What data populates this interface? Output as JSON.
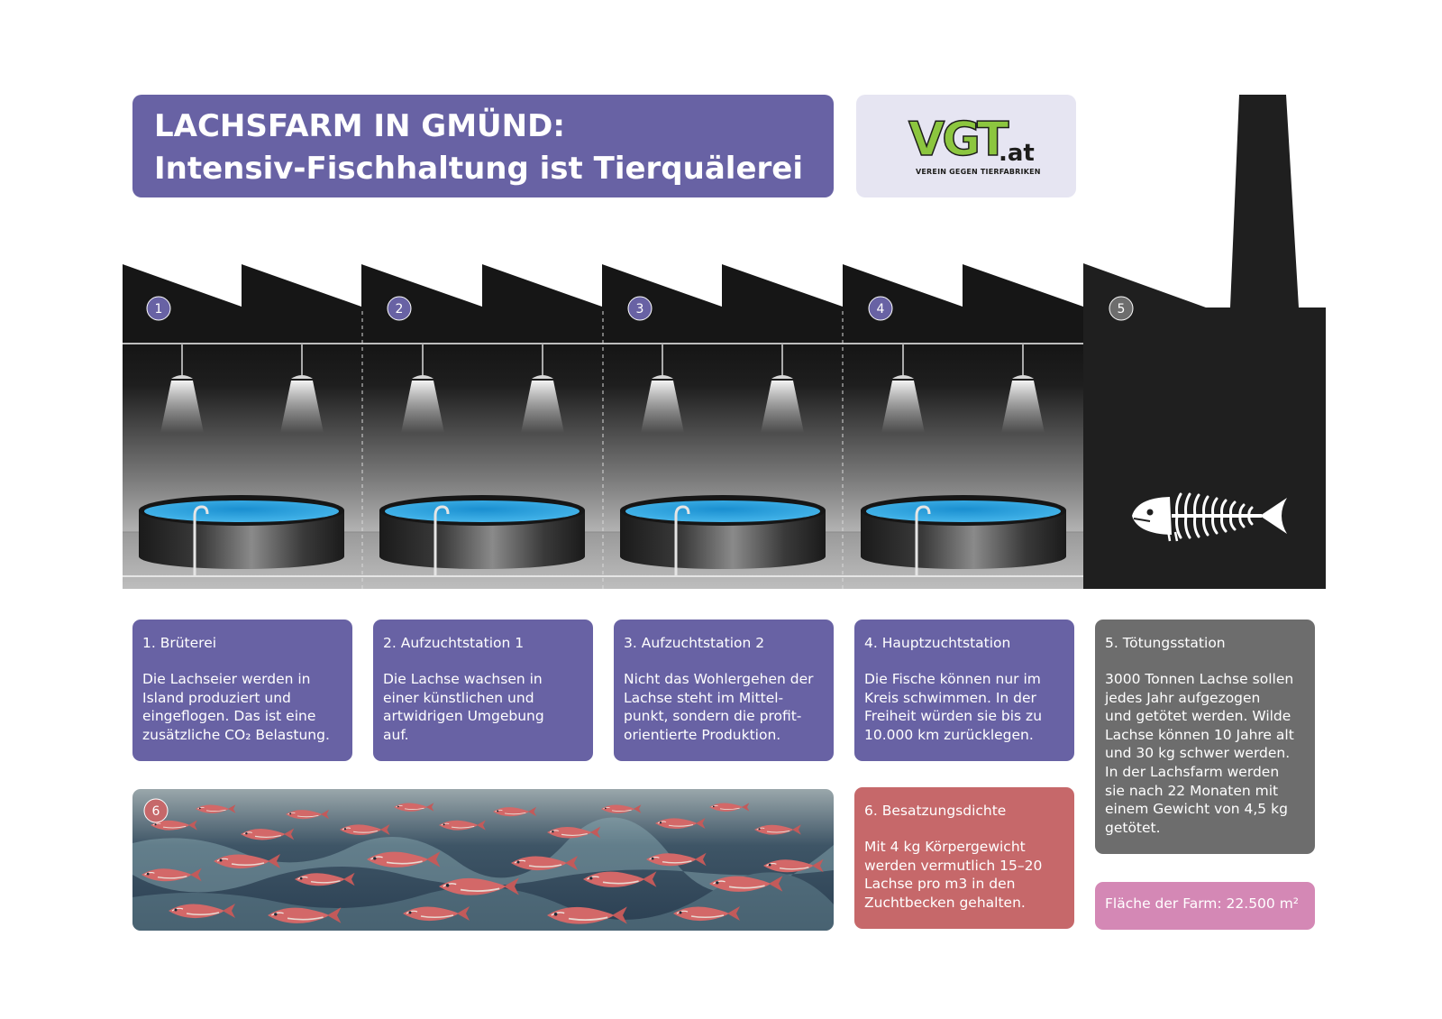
{
  "header": {
    "title_line1": "LACHSFARM IN GMÜND:",
    "title_line2": "Intensiv-Fischhaltung ist Tierquälerei"
  },
  "logo": {
    "main": "VGT",
    "tld": ".at",
    "subtitle": "VEREIN GEGEN TIERFABRIKEN"
  },
  "stations": [
    {
      "number": "1",
      "title": "1. Brüterei",
      "text": "Die Lachseier werden in\nIsland produziert und\neingeflogen. Das ist eine\nzusätzliche CO₂ Belastung."
    },
    {
      "number": "2",
      "title": "2. Aufzuchtstation 1",
      "text": "Die Lachse wachsen in\neiner künstlichen und\nartwidrigen Umgebung\nauf."
    },
    {
      "number": "3",
      "title": "3. Aufzuchtstation 2",
      "text": "Nicht das Wohlergehen der\nLachse steht im Mittel-\npunkt, sondern die profit-\norientierte Produktion."
    },
    {
      "number": "4",
      "title": "4. Hauptzuchtstation",
      "text": "Die Fische können nur im\nKreis schwimmen. In der\nFreiheit würden sie bis zu\n10.000 km zurücklegen."
    },
    {
      "number": "5",
      "title": "5. Tötungsstation",
      "text": "3000 Tonnen Lachse sollen\njedes Jahr aufgezogen\nund getötet werden. Wilde\nLachse können 10 Jahre alt\nund 30 kg schwer werden.\nIn der Lachsfarm werden\nsie nach 22 Monaten mit\neinem Gewicht von 4,5 kg\ngetötet."
    },
    {
      "number": "6",
      "title": "6. Besatzungsdichte",
      "text": "Mit 4 kg Körpergewicht\nwerden vermutlich 15–20\nLachse pro m3 in den\nZuchtbecken gehalten."
    }
  ],
  "area": {
    "label": "Fläche der Farm: 22.500 m²"
  },
  "colors": {
    "purple": "#6862a4",
    "grey": "#6d6d6d",
    "red": "#c6686a",
    "pink": "#d488b5",
    "water": "#2fa7e0",
    "factory_dark": "#1f1f1f"
  }
}
